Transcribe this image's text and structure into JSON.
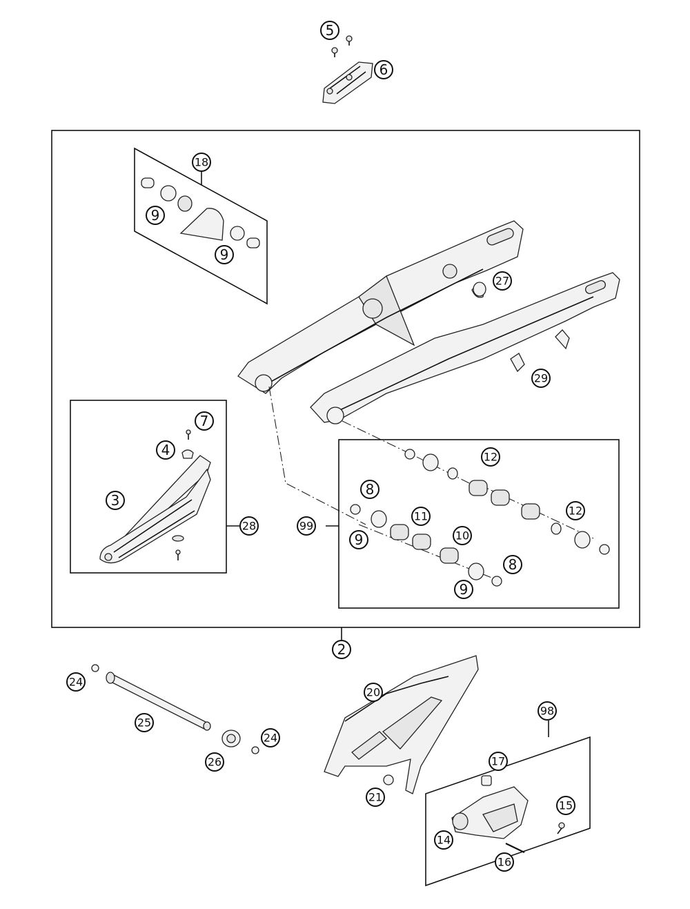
{
  "callouts": {
    "c5": "5",
    "c6": "6",
    "c18": "18",
    "c9a": "9",
    "c9b": "9",
    "c27": "27",
    "c29": "29",
    "c7": "7",
    "c4": "4",
    "c3": "3",
    "c28": "28",
    "c12a": "12",
    "c12b": "12",
    "c8a": "8",
    "c8b": "8",
    "c99": "99",
    "c11": "11",
    "c10": "10",
    "c9c": "9",
    "c9d": "9",
    "c2": "2",
    "c24a": "24",
    "c24b": "24",
    "c25": "25",
    "c26": "26",
    "c20": "20",
    "c21": "21",
    "c98": "98",
    "c17": "17",
    "c15": "15",
    "c14": "14",
    "c16": "16"
  }
}
